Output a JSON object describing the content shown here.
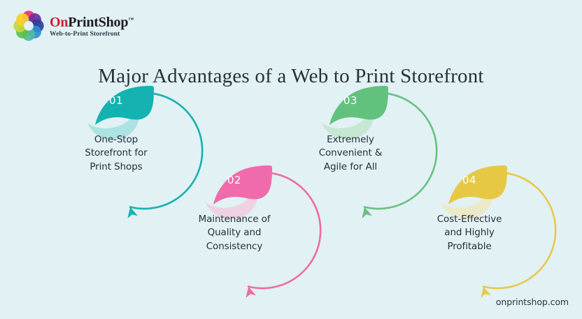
{
  "theme": {
    "background": "#e2f1f4",
    "title_color": "#26313c",
    "body_text_color": "#262f3b"
  },
  "logo": {
    "icon": "flower-petals-logo-icon",
    "name_prefix": "On",
    "name_suffix": "PrintShop",
    "trademark": "™",
    "tagline": "Web-to-Print Storefront",
    "prefix_color": "#cf1f2b",
    "suffix_color": "#1b1b26",
    "petal_colors": [
      "#e8326e",
      "#6c2fa0",
      "#2f3f9e",
      "#2d8fd0",
      "#4fb9a8",
      "#5cc04a",
      "#c7d63a",
      "#f5d02a"
    ]
  },
  "header": {
    "title": "Major Advantages of a Web to Print Storefront"
  },
  "nodes": [
    {
      "number": "01",
      "color": "#14b2b0",
      "leaf_color": "#14b2b0",
      "leaf_shadow": "#7fd6d4",
      "lines": [
        "One-Stop",
        "Storefront for",
        "Print Shops"
      ],
      "text": "One-Stop Storefront for Print Shops"
    },
    {
      "number": "02",
      "color": "#ee6ba8",
      "leaf_color": "#f06bab",
      "leaf_shadow": "#f7b8d4",
      "lines": [
        "Maintenance of",
        "Quality and",
        "Consistency"
      ],
      "text": "Maintenance of Quality and Consistency"
    },
    {
      "number": "03",
      "color": "#68c17f",
      "leaf_color": "#63c17e",
      "leaf_shadow": "#aedfba",
      "lines": [
        "Extremely",
        "Convenient &",
        "Agile for All"
      ],
      "text": "Extremely Convenient & Agile for All"
    },
    {
      "number": "04",
      "color": "#e8c84a",
      "leaf_color": "#e7c845",
      "leaf_shadow": "#f2e2a4",
      "lines": [
        "Cost-Effective",
        "and Highly",
        "Profitable"
      ],
      "text": "Cost-Effective and Highly Profitable"
    }
  ],
  "footer": {
    "site_url": "onprintshop.com"
  }
}
